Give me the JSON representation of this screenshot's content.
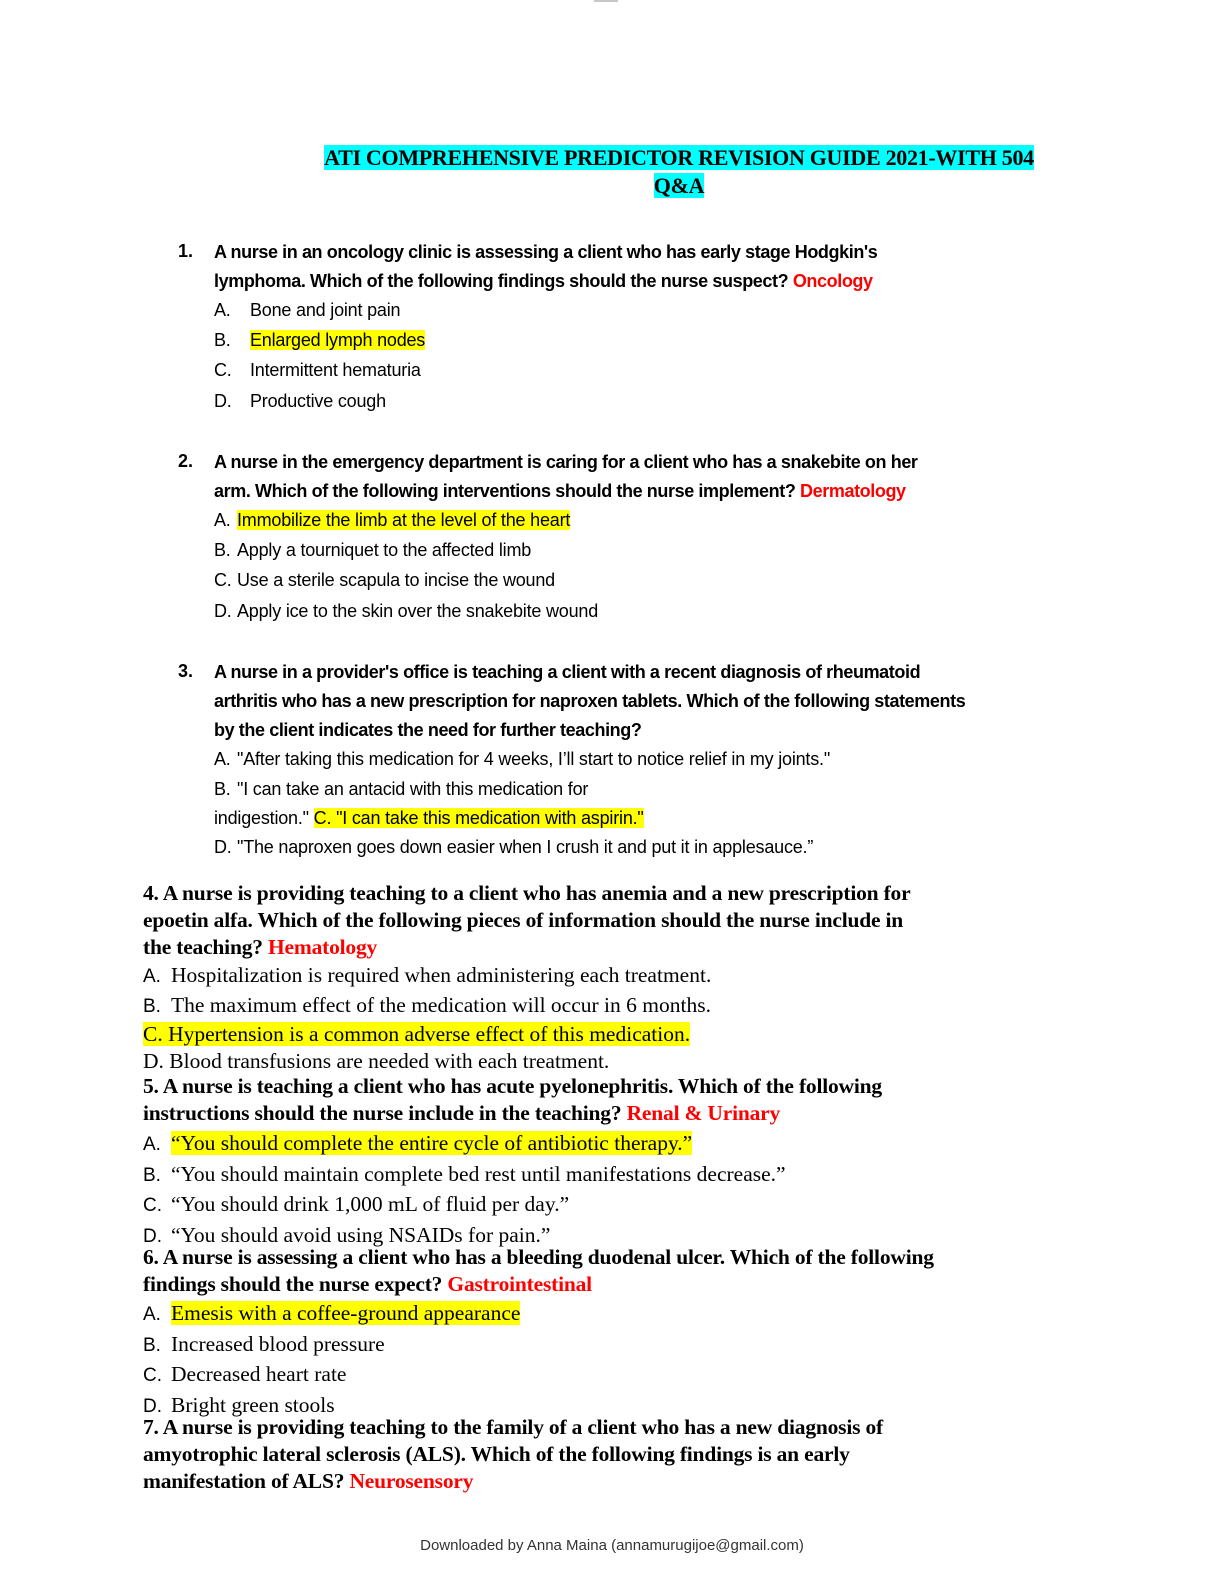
{
  "document": {
    "title_line1": "ATI COMPREHENSIVE PREDICTOR REVISION GUIDE 2021-WITH 504",
    "title_line2": "Q&A",
    "footer": "Downloaded by Anna Maina (annamurugijoe@gmail.com)"
  },
  "questions": [
    {
      "number": "1.",
      "stem_lines": [
        "A nurse in an oncology clinic is assessing a client who has early stage Hodgkin's",
        "lymphoma. Which of the following findings should the nurse suspect?"
      ],
      "category": "Oncology",
      "options": [
        {
          "letter": "A.",
          "text": "Bone and joint pain",
          "correct": false
        },
        {
          "letter": "B.",
          "text": "Enlarged lymph nodes",
          "correct": true
        },
        {
          "letter": "C.",
          "text": "Intermittent hematuria",
          "correct": false
        },
        {
          "letter": "D.",
          "text": "Productive cough",
          "correct": false
        }
      ]
    },
    {
      "number": "2.",
      "stem_lines": [
        "A nurse in the emergency department is caring for a client who has a snakebite on her",
        "arm. Which of the following interventions should the nurse implement?"
      ],
      "category": "Dermatology",
      "options": [
        {
          "letter": "A.",
          "text": "Immobilize the limb at the level of the heart",
          "correct": true
        },
        {
          "letter": "B.",
          "text": "Apply a tourniquet to the affected limb",
          "correct": false
        },
        {
          "letter": "C.",
          "text": "Use a sterile scapula to incise the wound",
          "correct": false
        },
        {
          "letter": "D.",
          "text": "Apply ice to the skin over the snakebite wound",
          "correct": false
        }
      ]
    },
    {
      "number": "3.",
      "stem_lines": [
        "A nurse in a provider's office is teaching a client with a recent diagnosis of rheumatoid",
        "arthritis who has a new prescription for naproxen tablets. Which of the following statements",
        "by the client indicates the need for further teaching?"
      ],
      "category": "",
      "options": [
        {
          "letter": "A.",
          "text": "\"After taking this medication for 4 weeks, I’ll start to notice relief in my joints.\"",
          "correct": false
        },
        {
          "letter": "B.",
          "text": "\"I can take an antacid with this medication for",
          "text_cont": "indigestion.\"",
          "correct": false
        },
        {
          "letter": "C.",
          "text": "\"I can take this medication with aspirin.\"",
          "correct": true
        },
        {
          "letter": "D.",
          "text": "\"The naproxen goes down easier when I crush it and put it in applesauce.”",
          "correct": false
        }
      ]
    },
    {
      "number": "4.",
      "stem_lines": [
        "A nurse is providing teaching to a client who has anemia and a new prescription for",
        "epoetin alfa. Which of the following pieces of information should the nurse include in",
        "the teaching?"
      ],
      "category": "Hematology",
      "options": [
        {
          "letter": "A.",
          "text": "Hospitalization is required when administering each treatment.",
          "correct": false
        },
        {
          "letter": "B.",
          "text": "The maximum effect of the medication will occur in 6 months.",
          "correct": false
        },
        {
          "letter": "C.",
          "text": "Hypertension is a common adverse effect of this medication.",
          "correct": true
        },
        {
          "letter": "D.",
          "text": "Blood transfusions are needed with each treatment.",
          "correct": false
        }
      ]
    },
    {
      "number": "5.",
      "stem_lines": [
        "A nurse is teaching a client who has acute pyelonephritis. Which of the following",
        "instructions should the nurse include in the teaching?"
      ],
      "category": "Renal & Urinary",
      "options": [
        {
          "letter": "A.",
          "text": "“You should complete the entire cycle of antibiotic therapy.”",
          "correct": true
        },
        {
          "letter": "B.",
          "text": "“You should maintain complete bed rest until manifestations decrease.”",
          "correct": false
        },
        {
          "letter": "C.",
          "text": "“You should drink 1,000 mL of fluid per day.”",
          "correct": false
        },
        {
          "letter": "D.",
          "text": "“You should avoid using NSAIDs for pain.”",
          "correct": false
        }
      ]
    },
    {
      "number": "6.",
      "stem_lines": [
        "A nurse is assessing a client who has a bleeding duodenal ulcer. Which of the following",
        "findings should the nurse expect?"
      ],
      "category": "Gastrointestinal",
      "options": [
        {
          "letter": "A.",
          "text": "Emesis with a coffee-ground appearance",
          "correct": true
        },
        {
          "letter": "B.",
          "text": "Increased blood pressure",
          "correct": false
        },
        {
          "letter": "C.",
          "text": "Decreased heart rate",
          "correct": false
        },
        {
          "letter": "D.",
          "text": "Bright green stools",
          "correct": false
        }
      ]
    },
    {
      "number": "7.",
      "stem_lines": [
        "A nurse is providing teaching to the family of a client who has a new diagnosis of",
        "amyotrophic lateral sclerosis (ALS). Which of the following findings is an early",
        "manifestation of ALS?"
      ],
      "category": "Neurosensory",
      "options": []
    }
  ]
}
